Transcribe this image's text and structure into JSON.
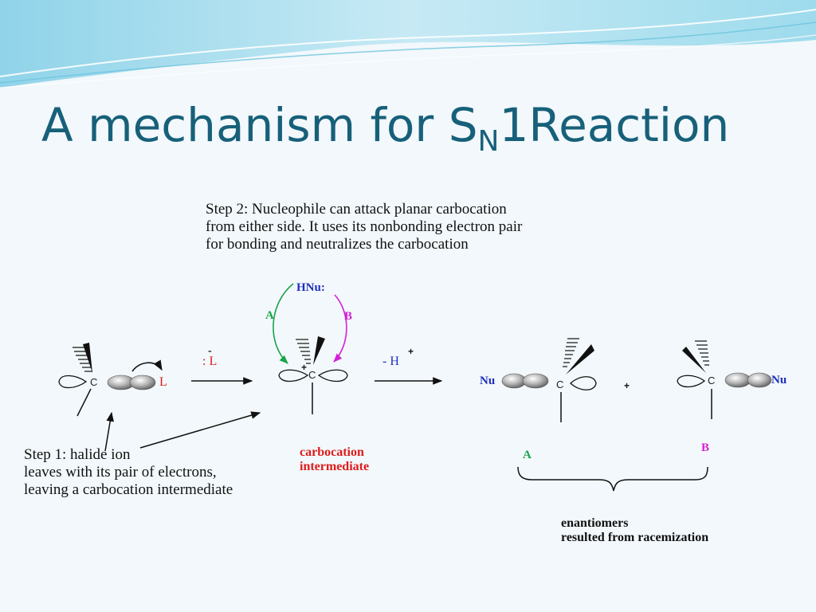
{
  "slide": {
    "title_main": "A mechanism for S",
    "title_sub": "N",
    "title_end": "1Reaction"
  },
  "step2": {
    "line1": "Step 2:  Nucleophile can attack planar carbocation",
    "line2": "from either side.  It uses its nonbonding electron pair",
    "line3": "for bonding and neutralizes the carbocation"
  },
  "step1": {
    "line1": "Step 1: halide ion",
    "line2": "leaves with its pair of electrons,",
    "line3": "leaving a carbocation intermediate"
  },
  "intermediate": {
    "line1": "carbocation",
    "line2": "intermediate"
  },
  "products": {
    "line1": "enantiomers",
    "line2": "resulted from racemization"
  },
  "labels": {
    "carbon": "C",
    "leaving_group": "L",
    "leaving_group_removed": ": L",
    "leaving_minus": "-",
    "nucleophile": "HNu:",
    "path_a": "A",
    "path_b": "B",
    "minus_h": "-  H",
    "h_plus": "+",
    "cation_plus": "+",
    "nu": "Nu",
    "and_plus": "+"
  },
  "colors": {
    "title": "#17607a",
    "leaving_group": "#e01b1b",
    "nucleophile": "#1f2fbf",
    "path_a": "#1aa34a",
    "path_b": "#d61fd6",
    "intermediate_label": "#e01b1b"
  }
}
